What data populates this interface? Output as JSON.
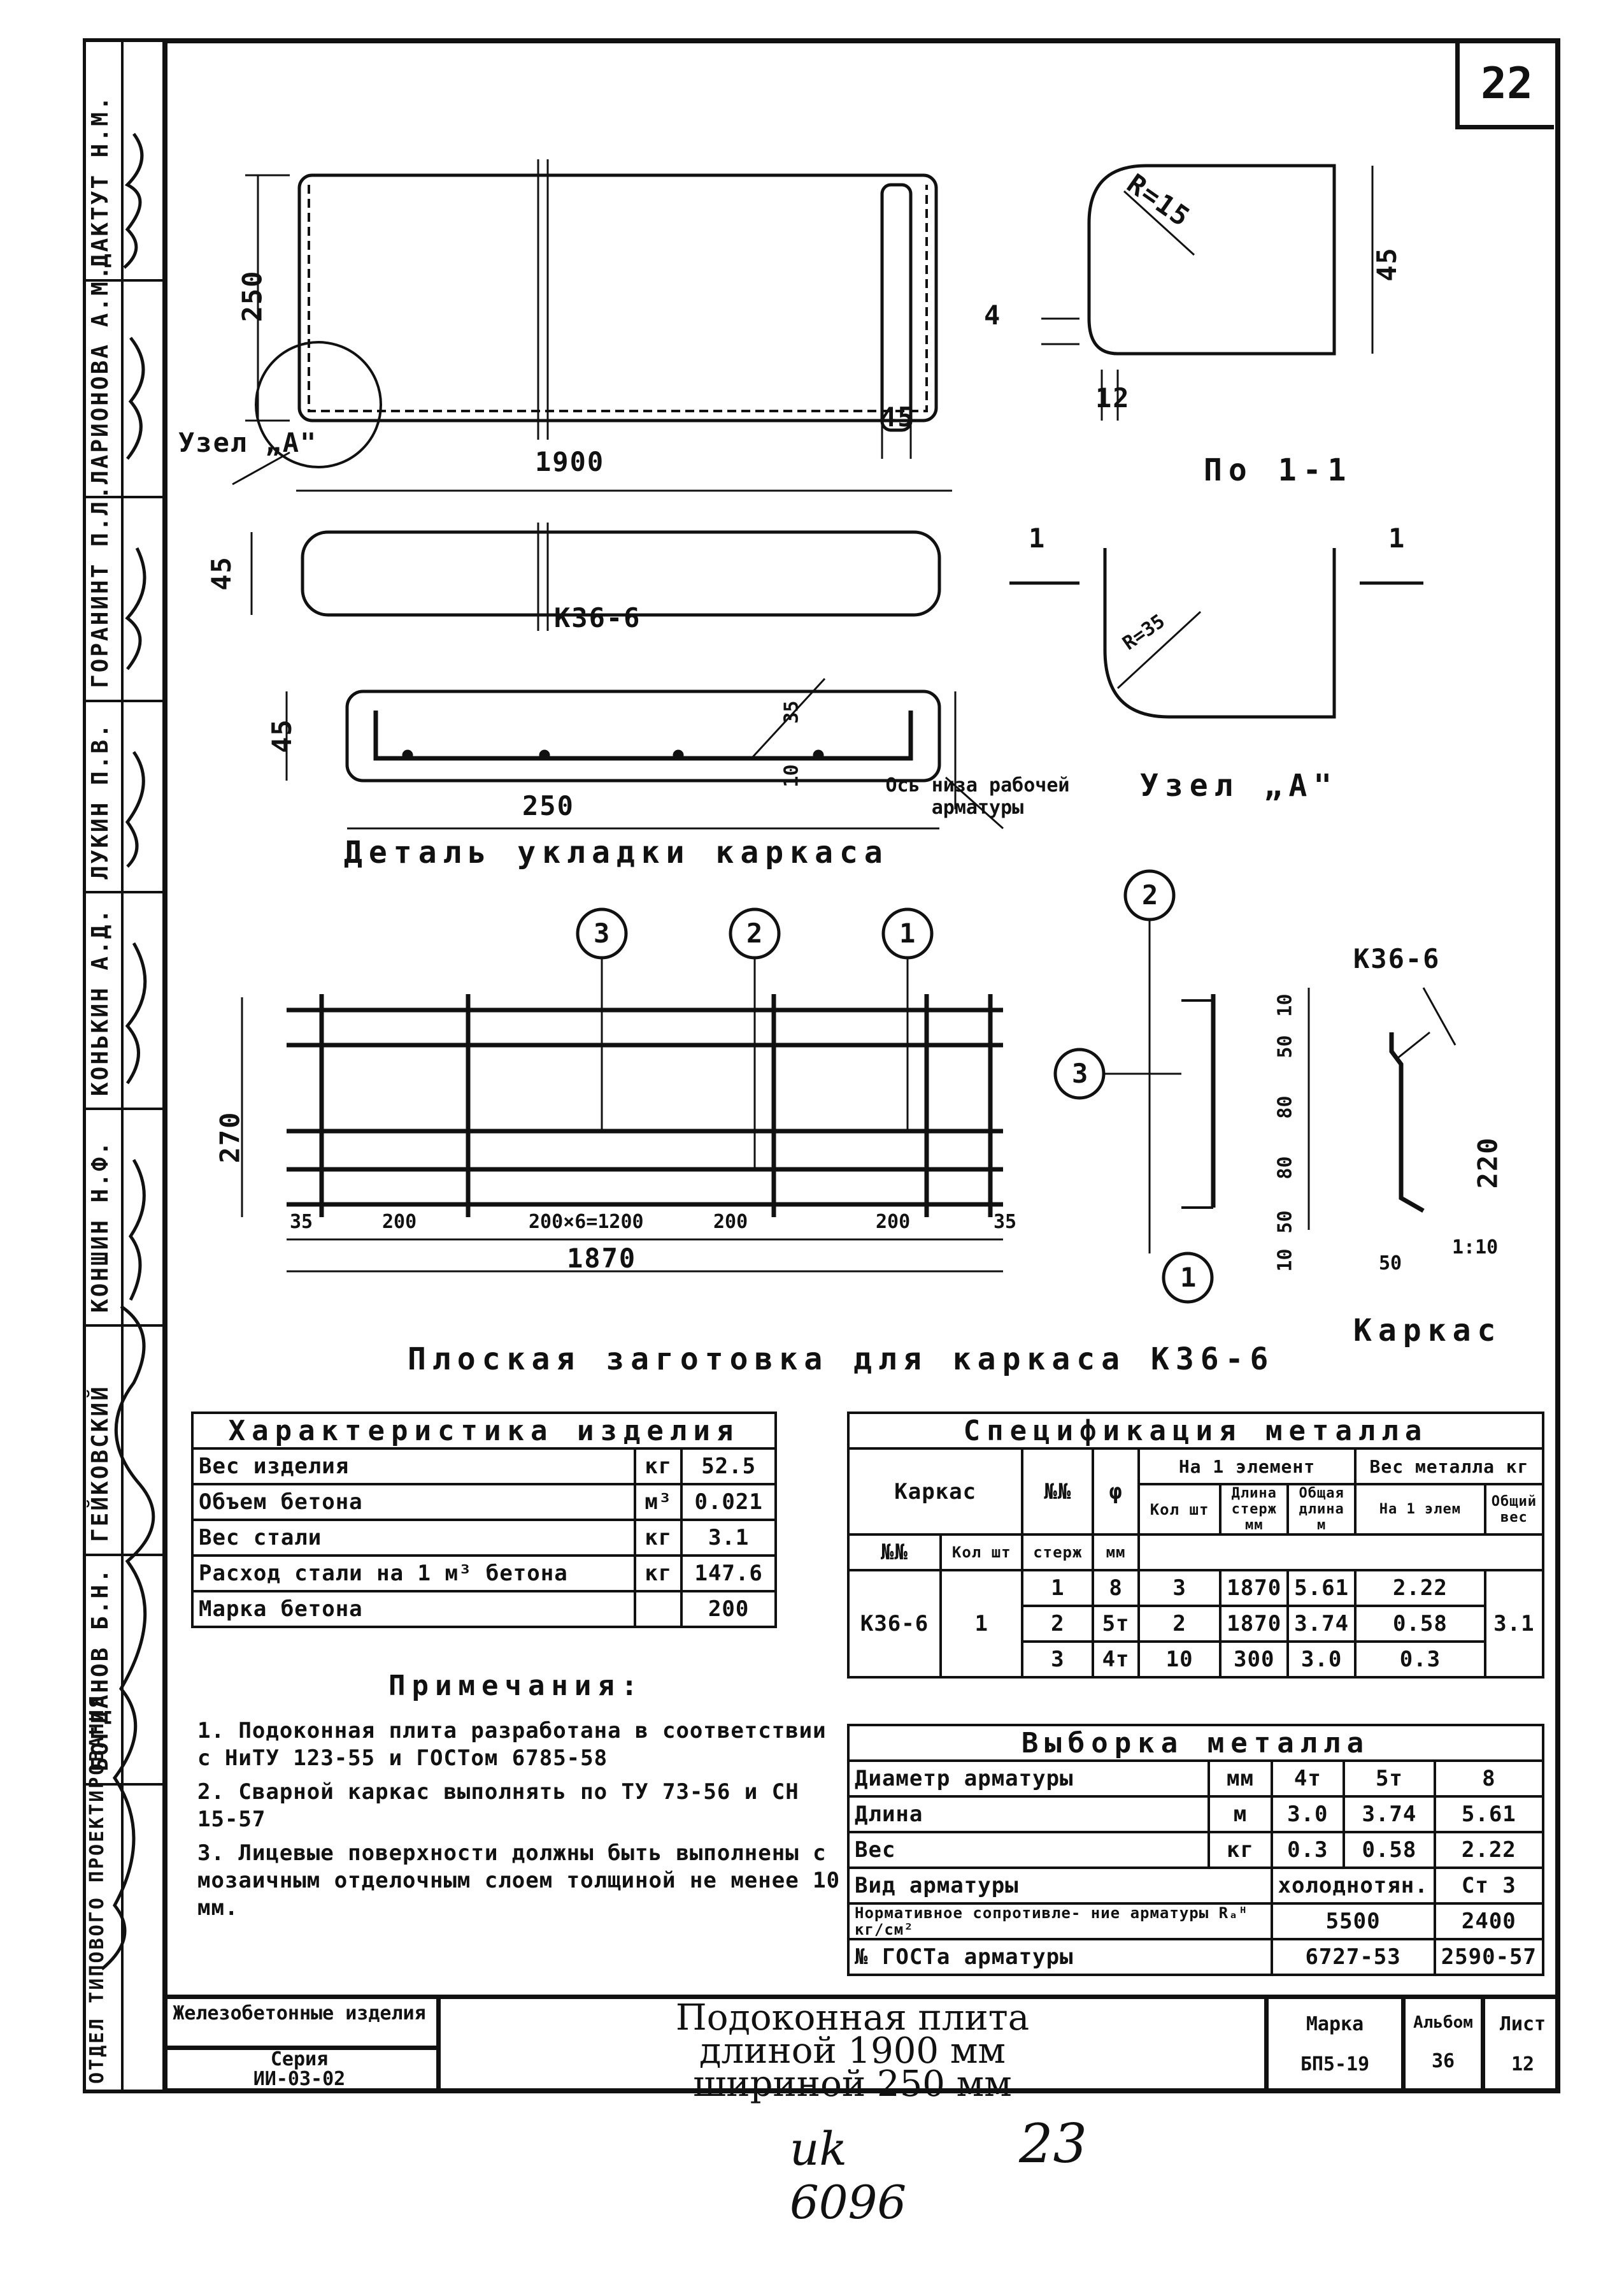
{
  "sheet": {
    "sheet_number": "22",
    "handwritten_note": "uk 6096",
    "handwritten_page": "23"
  },
  "left_strip": {
    "department": "ОТДЕЛ ТИПОВОГО ПРОЕКТИРОВАНИЯ",
    "names": [
      "БОГДАНОВ Б.Н.",
      "ГЕЙКОВСКИЙ",
      "КОНШИН Н.Ф.",
      "КОНЬКИН А.Д.",
      "ЛУКИН П.В.",
      "ГОРАНИНТ П.Л.",
      "ЛАРИОНОВА А.М.",
      "ДАКТУТ Н.М."
    ]
  },
  "drawings": {
    "plan": {
      "dim_width": "250",
      "node_label": "Узел „А\""
    },
    "section_side": {
      "dim": "45"
    },
    "corner": {
      "radius": "R=15",
      "dim_h": "45",
      "dim_a": "4",
      "dim_b": "12"
    },
    "elevation": {
      "length": "1900",
      "height": "45"
    },
    "section_1_1": {
      "title": "По 1-1",
      "cut_mark": "1",
      "radius": "R=35"
    },
    "cage_detail": {
      "frame_mark": "К36-6",
      "height": "45",
      "width": "250",
      "cover_top": "35",
      "cover_bottom": "10",
      "axis_note": "Ось низа рабочей арматуры",
      "title": "Деталь укладки каркаса"
    },
    "node_a_title": "Узел „А\"",
    "flat_blank": {
      "markers": [
        "3",
        "2",
        "1"
      ],
      "height": "270",
      "dims": [
        "35",
        "200",
        "200×6=1200",
        "200",
        "200",
        "35"
      ],
      "total": "1870",
      "title": "Плоская заготовка для каркаса К36-6"
    },
    "cage_section": {
      "markers": [
        "2",
        "3",
        "1"
      ],
      "frame_mark": "К36-6",
      "dims_v": [
        "10",
        "50",
        "80",
        "80",
        "50",
        "10"
      ],
      "height": "220",
      "bottom_dim": "50",
      "slope": "1:10",
      "title": "Каркас"
    }
  },
  "characteristics": {
    "title": "Характеристика изделия",
    "rows": [
      {
        "name": "Вес изделия",
        "unit": "кг",
        "value": "52.5"
      },
      {
        "name": "Объем бетона",
        "unit": "м³",
        "value": "0.021"
      },
      {
        "name": "Вес стали",
        "unit": "кг",
        "value": "3.1"
      },
      {
        "name": "Расход стали на 1 м³ бетона",
        "unit": "кг",
        "value": "147.6"
      },
      {
        "name": "Марка бетона",
        "unit": "",
        "value": "200"
      }
    ]
  },
  "notes": {
    "title": "Примечания:",
    "items": [
      "1. Подоконная плита разработана в соответствии с НиТУ 123-55 и ГОСТом 6785-58",
      "2. Сварной каркас выполнять по ТУ 73-56 и СН 15-57",
      "3. Лицевые поверхности должны быть выполнены с мозаичным отделочным слоем толщиной не менее 10 мм."
    ]
  },
  "spec": {
    "title": "Спецификация металла",
    "h_frame": "Каркас",
    "h_pos": "№№",
    "h_dia": "φ",
    "h_per_elem": "На 1 элемент",
    "h_weight": "Вес металла кг",
    "h_no": "№№",
    "h_qty": "Кол шт",
    "h_rods": "стерж",
    "h_mm": "мм",
    "h_cnt": "Кол шт",
    "h_len": "Длина стерж мм",
    "h_total_len": "Общая длина м",
    "h_per1": "На 1 элем",
    "h_total": "Общий вес",
    "frame": "К36-6",
    "frame_qty": "1",
    "rows": [
      {
        "pos": "1",
        "dia": "8",
        "cnt": "3",
        "len": "1870",
        "total_len": "5.61",
        "weight": "2.22"
      },
      {
        "pos": "2",
        "dia": "5т",
        "cnt": "2",
        "len": "1870",
        "total_len": "3.74",
        "weight": "0.58"
      },
      {
        "pos": "3",
        "dia": "4т",
        "cnt": "10",
        "len": "300",
        "total_len": "3.0",
        "weight": "0.3"
      }
    ],
    "total_weight": "3.1"
  },
  "sample": {
    "title": "Выборка металла",
    "rows": [
      {
        "name": "Диаметр арматуры",
        "unit": "мм",
        "c1": "4т",
        "c2": "5т",
        "c3": "8"
      },
      {
        "name": "Длина",
        "unit": "м",
        "c1": "3.0",
        "c2": "3.74",
        "c3": "5.61"
      },
      {
        "name": "Вес",
        "unit": "кг",
        "c1": "0.3",
        "c2": "0.58",
        "c3": "2.22"
      }
    ],
    "type_label": "Вид арматуры",
    "type_cold": "холоднотян.",
    "type_st": "Ст 3",
    "norm_label": "Нормативное сопротивле- ние арматуры Rₐᴴ кг/см²",
    "norm_cold": "5500",
    "norm_st": "2400",
    "gost_label": "№ ГОСТа арматуры",
    "gost_cold": "6727-53",
    "gost_st": "2590-57"
  },
  "title_block": {
    "category": "Железобетонные изделия",
    "series_label": "Серия",
    "series": "ИИ-03-02",
    "title_l1": "Подоконная плита",
    "title_l2": "длиной 1900 мм",
    "title_l3": "шириной 250 мм",
    "mark_label": "Марка",
    "mark": "БП5-19",
    "album_label": "Альбом",
    "album": "36",
    "sheet_label": "Лист",
    "sheet": "12"
  }
}
